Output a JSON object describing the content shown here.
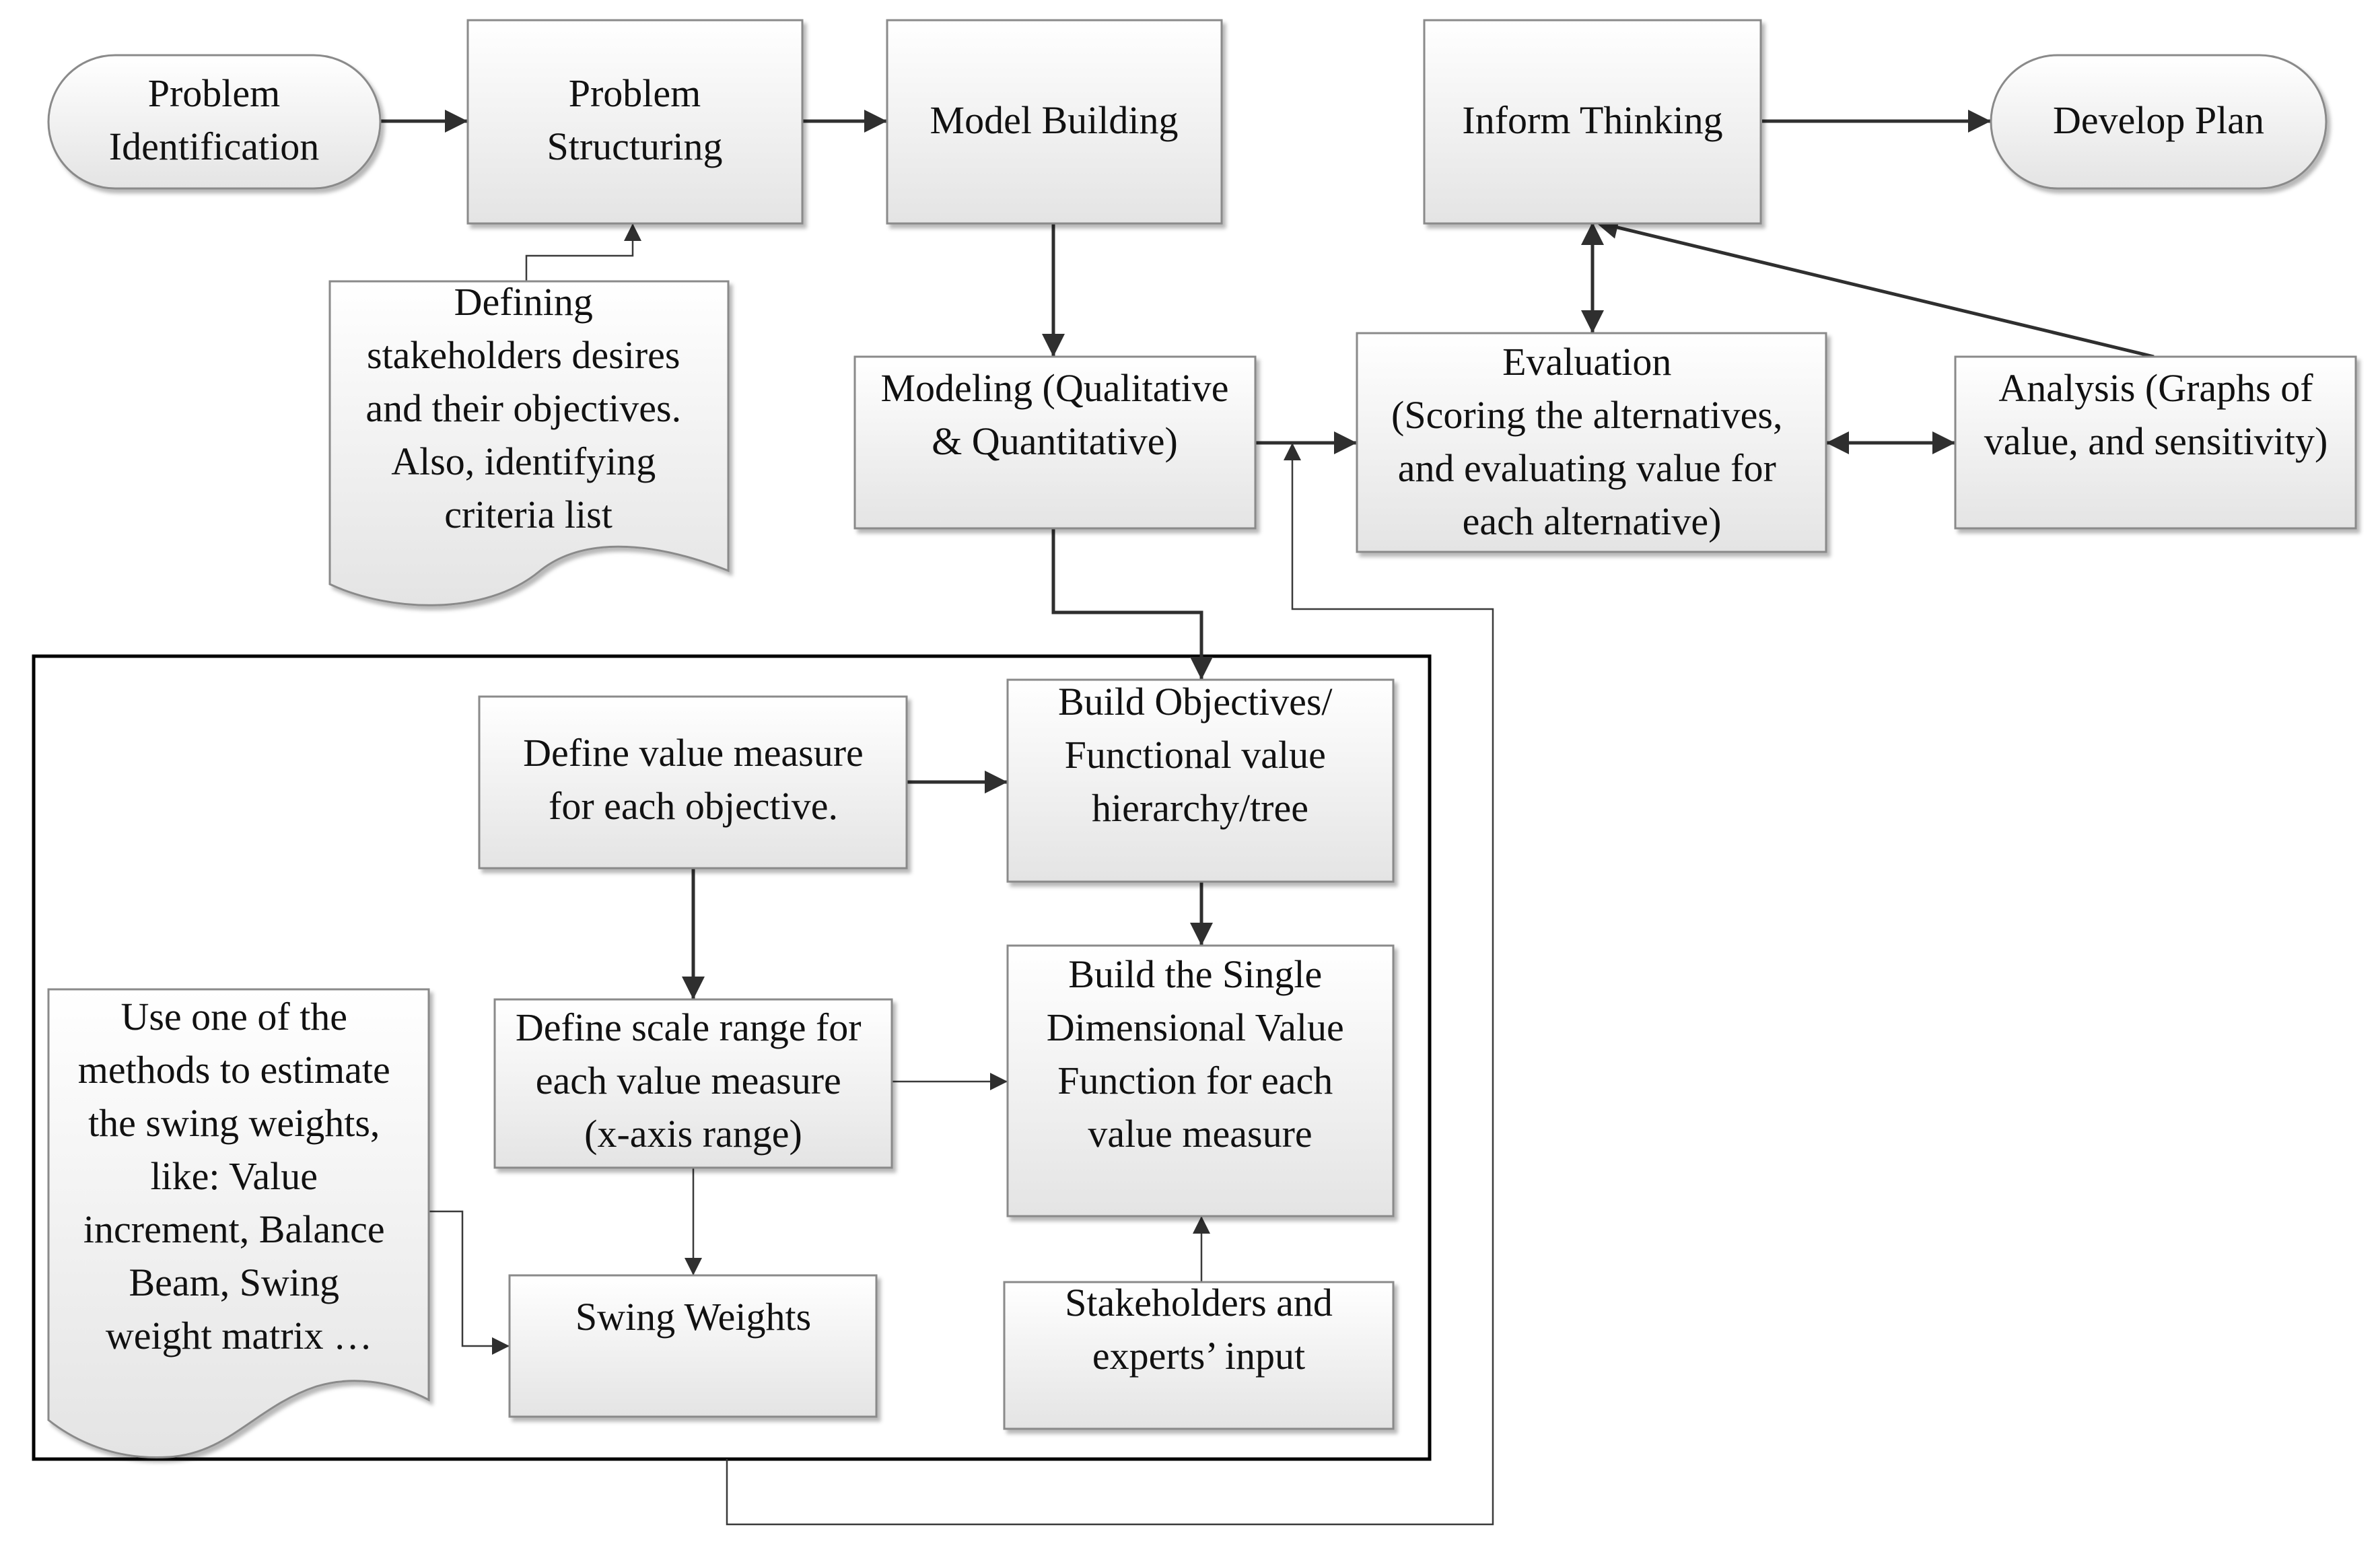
{
  "nodes": {
    "problem_identification": [
      "Problem",
      "Identification"
    ],
    "problem_structuring": [
      "Problem",
      "Structuring"
    ],
    "model_building": [
      "Model Building"
    ],
    "inform_thinking": [
      "Inform Thinking"
    ],
    "develop_plan": [
      "Develop Plan"
    ],
    "defining_stakeholders": [
      "Defining",
      "stakeholders desires",
      "and their objectives.",
      "Also, identifying",
      "criteria list"
    ],
    "modeling": [
      "Modeling (Qualitative",
      "& Quantitative)"
    ],
    "evaluation": [
      "Evaluation",
      "(Scoring the alternatives,",
      "and evaluating value for",
      "each alternative)"
    ],
    "analysis": [
      "Analysis (Graphs of",
      "value, and sensitivity)"
    ],
    "define_value_measure": [
      "Define value measure",
      "for each objective."
    ],
    "build_objectives": [
      "Build Objectives/",
      "Functional value",
      "hierarchy/tree"
    ],
    "define_scale_range": [
      "Define scale range for",
      "each value measure",
      "(x-axis range)"
    ],
    "build_single_dimensional": [
      "Build the Single",
      "Dimensional Value",
      "Function for each",
      "value measure"
    ],
    "use_methods": [
      "Use one of the",
      "methods to estimate",
      "the swing weights,",
      "like: Value",
      "increment, Balance",
      "Beam, Swing",
      "weight matrix …"
    ],
    "swing_weights": [
      "Swing Weights"
    ],
    "stakeholders_input": [
      "Stakeholders and",
      "experts’ input"
    ]
  },
  "colors": {
    "box_fill_top": "#ffffff",
    "box_fill_bottom": "#e6e6e6",
    "box_stroke": "#8a8a8a",
    "arrow": "#2f2f2f",
    "frame": "#000000"
  }
}
